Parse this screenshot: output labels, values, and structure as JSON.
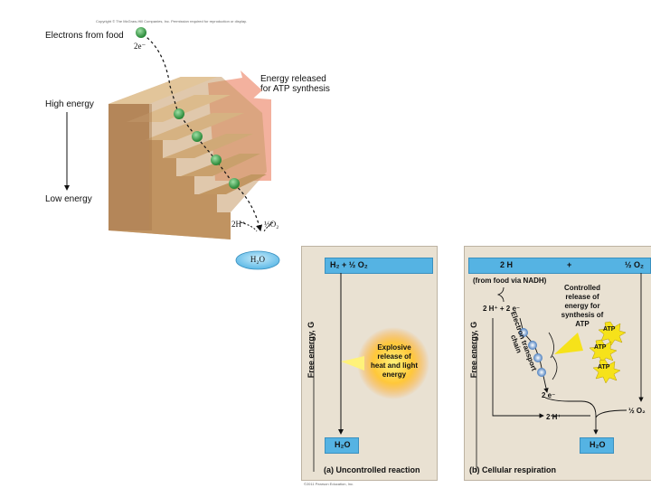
{
  "copyright_top": "Copyright © The McGraw-Hill Companies, Inc. Permission required for reproduction or display.",
  "staircase": {
    "electrons_from_food": "Electrons from food",
    "electrons_2e": "2e⁻",
    "energy_released": "Energy released\nfor ATP synthesis",
    "high_energy": "High energy",
    "low_energy": "Low energy",
    "two_h_plus": "2H⁺",
    "half_o2": "½O₂",
    "water": "H₂O"
  },
  "panel_a": {
    "reactants": "H₂ + ½ O₂",
    "axis": "Free energy, G",
    "explosion": "Explosive\nrelease of\nheat and light\nenergy",
    "product": "H₂O",
    "caption": "(a) Uncontrolled reaction"
  },
  "panel_b": {
    "top_2h": "2 H",
    "top_plus": "+",
    "top_half_o2": "½ O₂",
    "from_food": "(from food via NADH)",
    "split": "2 H⁺ + 2 e⁻",
    "controlled": "Controlled\nrelease of\nenergy for\nsynthesis of\nATP",
    "chain": "Electron transport\nchain",
    "axis": "Free energy, G",
    "atp_labels": [
      "ATP",
      "ATP",
      "ATP"
    ],
    "two_e": "2 e⁻",
    "two_h_plus": "2 H⁺",
    "half_o2_bottom": "½ O₂",
    "product": "H₂O",
    "caption": "(b) Cellular respiration"
  },
  "copyright_bottom": "©2011 Pearson Education, Inc.",
  "colors": {
    "blue_box": "#55b3e3",
    "panel": "#e9e1d2",
    "electron": "#3aa04a",
    "energy_wedge": "#f2a894",
    "atp_star": "#f6e21a"
  }
}
